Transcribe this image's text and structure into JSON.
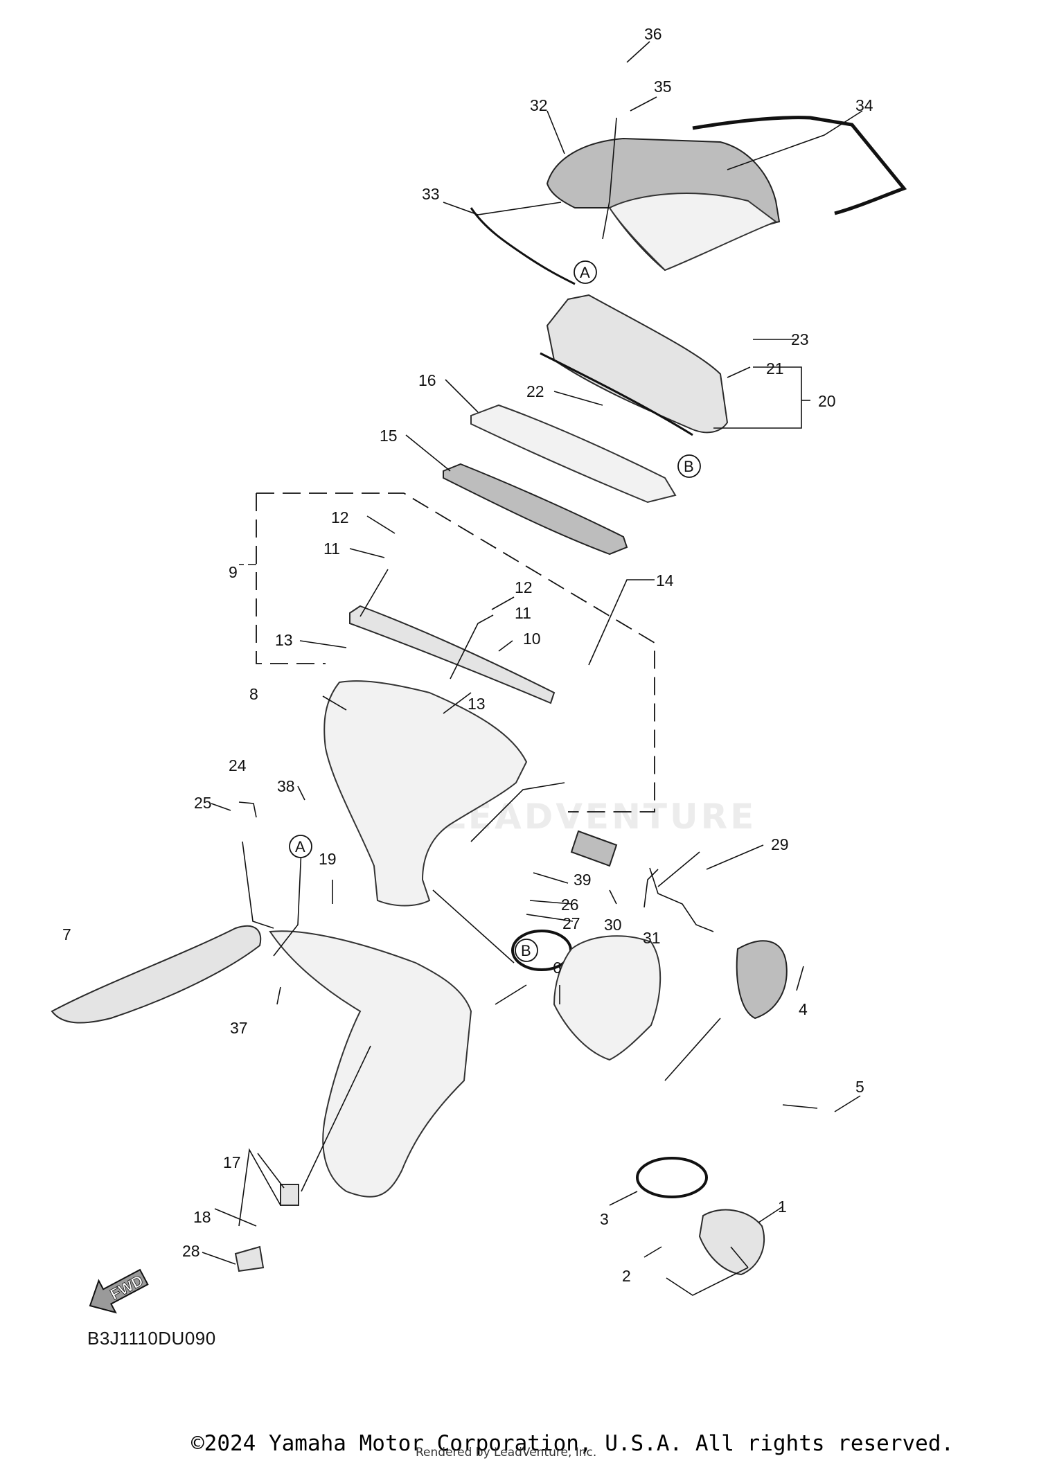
{
  "diagram": {
    "code": "B3J1110DU090",
    "fwd_label": "FWD",
    "copyright": "©2024 Yamaha Motor Corporation, U.S.A. All rights reserved.",
    "rendered_by": "Rendered by LeadVenture, Inc.",
    "watermark": "LEADVENTURE",
    "ref_a": "A",
    "ref_b": "B",
    "callouts": [
      "1",
      "2",
      "3",
      "4",
      "5",
      "6",
      "7",
      "8",
      "9",
      "10",
      "11",
      "11",
      "12",
      "12",
      "13",
      "13",
      "14",
      "15",
      "16",
      "17",
      "18",
      "19",
      "20",
      "21",
      "22",
      "23",
      "24",
      "25",
      "26",
      "27",
      "28",
      "29",
      "30",
      "31",
      "32",
      "33",
      "34",
      "35",
      "36",
      "37",
      "38",
      "39"
    ]
  }
}
